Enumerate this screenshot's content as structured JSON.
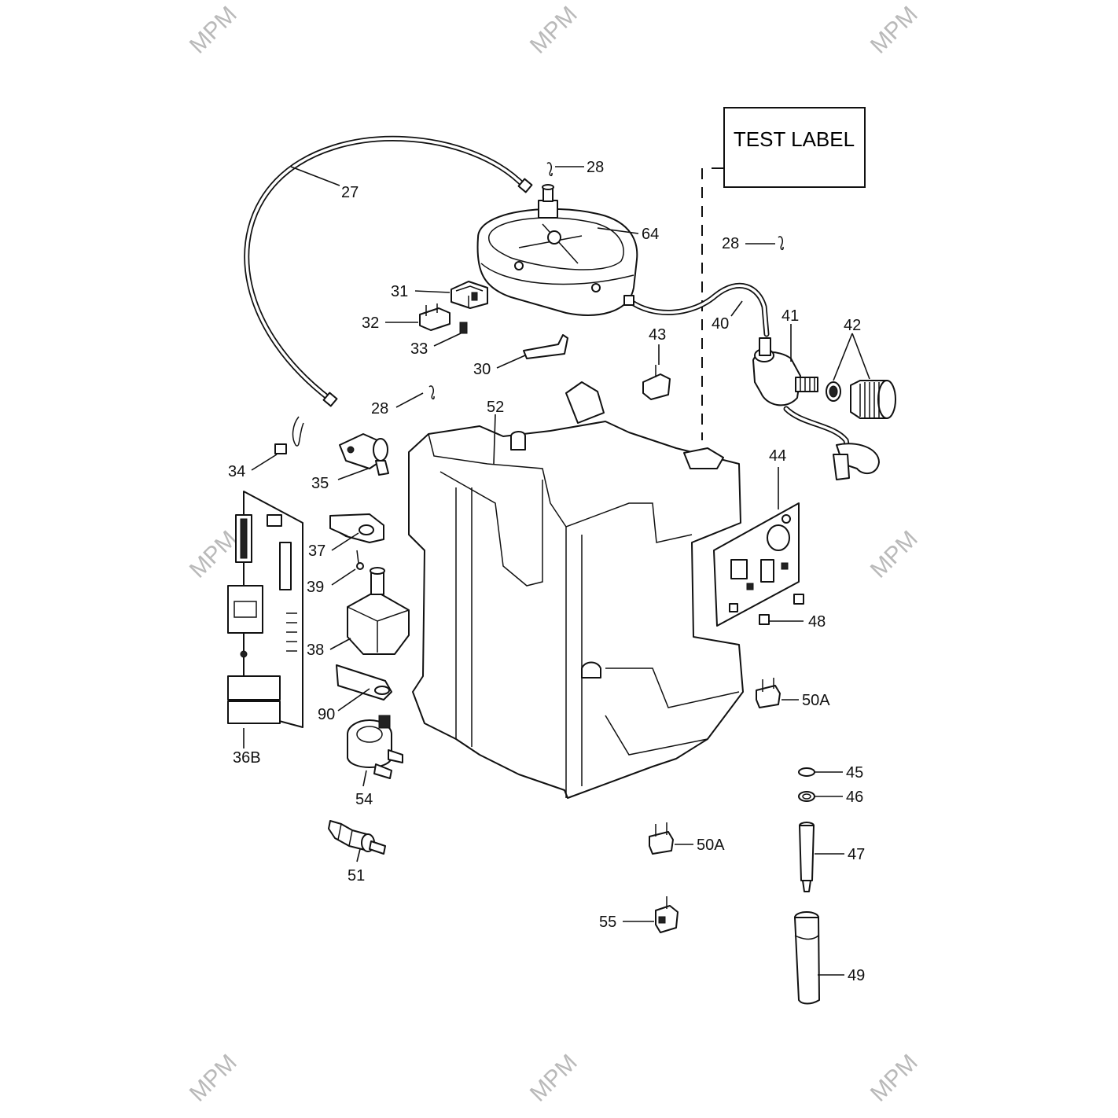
{
  "watermark": "MPM",
  "test_label": "TEST LABEL",
  "callouts": {
    "c27": "27",
    "c28a": "28",
    "c28b": "28",
    "c28c": "28",
    "c64": "64",
    "c31": "31",
    "c32": "32",
    "c33": "33",
    "c30": "30",
    "c43": "43",
    "c40": "40",
    "c41": "41",
    "c42": "42",
    "c52": "52",
    "c34": "34",
    "c35": "35",
    "c44": "44",
    "c37": "37",
    "c39": "39",
    "c38": "38",
    "c48": "48",
    "c90": "90",
    "c36B": "36B",
    "c50Aa": "50A",
    "c54": "54",
    "c45": "45",
    "c46": "46",
    "c50Ab": "50A",
    "c47": "47",
    "c51": "51",
    "c55": "55",
    "c49": "49"
  }
}
